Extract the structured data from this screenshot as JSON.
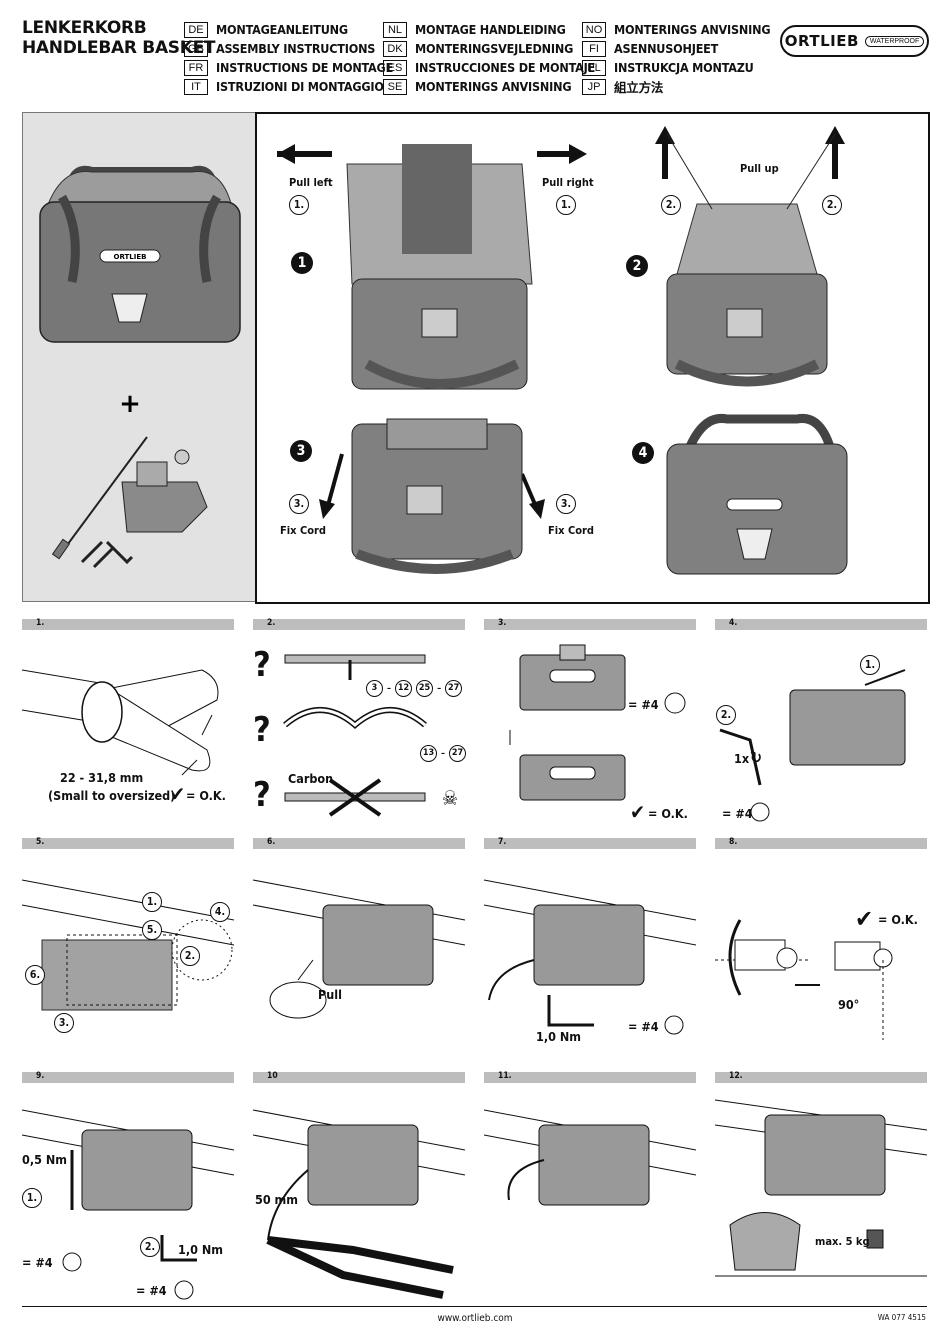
{
  "header": {
    "title_line1": "LENKERKORB",
    "title_line2": "HANDLEBAR BASKET",
    "languages": [
      {
        "code": "DE",
        "text": "MONTAGEANLEITUNG"
      },
      {
        "code": "GB",
        "text": "ASSEMBLY INSTRUCTIONS"
      },
      {
        "code": "FR",
        "text": "INSTRUCTIONS DE MONTAGE"
      },
      {
        "code": "IT",
        "text": "ISTRUZIONI DI MONTAGGIO"
      },
      {
        "code": "NL",
        "text": "MONTAGE HANDLEIDING"
      },
      {
        "code": "DK",
        "text": "MONTERINGSVEJLEDNING"
      },
      {
        "code": "ES",
        "text": "INSTRUCCIONES DE MONTAJE"
      },
      {
        "code": "SE",
        "text": "MONTERINGS ANVISNING"
      },
      {
        "code": "NO",
        "text": "MONTERINGS ANVISNING"
      },
      {
        "code": "FI",
        "text": "ASENNUSOHJEET"
      },
      {
        "code": "PL",
        "text": "INSTRUKCJA MONTAZU"
      },
      {
        "code": "JP",
        "text": "組立方法"
      }
    ],
    "logo_text": "ORTLIEB",
    "logo_badge": "WATERPROOF"
  },
  "overview": {
    "plus": "+",
    "bag_logo": "ORTLIEB",
    "pull_left": "Pull left",
    "pull_right": "Pull right",
    "pull_up": "Pull up",
    "fix_cord_left": "Fix Cord",
    "fix_cord_right": "Fix Cord",
    "step_marks": [
      "1.",
      "1.",
      "2.",
      "2.",
      "3.",
      "3."
    ],
    "big_steps": [
      "1",
      "2",
      "3",
      "4"
    ]
  },
  "steps": [
    {
      "label": "1."
    },
    {
      "label": "2."
    },
    {
      "label": "3."
    },
    {
      "label": "4."
    },
    {
      "label": "5."
    },
    {
      "label": "6."
    },
    {
      "label": "7."
    },
    {
      "label": "8."
    },
    {
      "label": "9."
    },
    {
      "label": "10"
    },
    {
      "label": "11."
    },
    {
      "label": "12."
    }
  ],
  "step1": {
    "range": "22 - 31,8 mm",
    "note": "(Small to oversized)",
    "ok": "= O.K."
  },
  "step2": {
    "q": "?",
    "sizes_a": [
      "3",
      "12",
      "25",
      "27"
    ],
    "sizes_b": [
      "13",
      "27"
    ],
    "carbon": "Carbon"
  },
  "step3": {
    "hex": "= #4",
    "ok": "= O.K."
  },
  "step4": {
    "marks": [
      "1.",
      "2."
    ],
    "turn": "1x",
    "hex": "= #4"
  },
  "step5": {
    "marks": [
      "1.",
      "2.",
      "3.",
      "4.",
      "5.",
      "6."
    ]
  },
  "step6": {
    "pull": "Pull"
  },
  "step7": {
    "torque": "1,0 Nm",
    "hex": "= #4"
  },
  "step8": {
    "ok": "= O.K.",
    "angle": "90°"
  },
  "step9": {
    "torque_a": "0,5 Nm",
    "mark_a": "1.",
    "hex_a": "= #4",
    "mark_b": "2.",
    "torque_b": "1,0 Nm",
    "hex_b": "= #4"
  },
  "step10": {
    "length": "50 mm"
  },
  "step12": {
    "max": "max. 5 kg"
  },
  "footer": {
    "url": "www.ortlieb.com",
    "code": "WA 077 4515"
  }
}
